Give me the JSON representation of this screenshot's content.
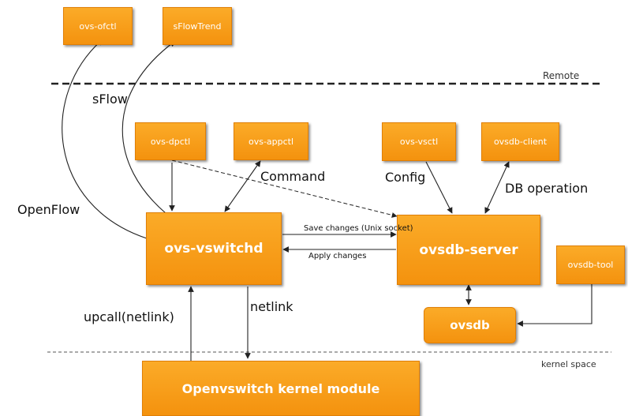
{
  "zones": {
    "remote": "Remote",
    "kernel_space": "kernel space"
  },
  "boxes": {
    "ovs_ofctl": "ovs-ofctl",
    "sflowtrend": "sFlowTrend",
    "ovs_dpctl": "ovs-dpctl",
    "ovs_appctl": "ovs-appctl",
    "ovs_vsctl": "ovs-vsctl",
    "ovsdb_client": "ovsdb-client",
    "ovs_vswitchd": "ovs-vswitchd",
    "ovsdb_server": "ovsdb-server",
    "ovsdb_tool": "ovsdb-tool",
    "ovsdb": "ovsdb",
    "kernel_module": "Openvswitch kernel module"
  },
  "edge_labels": {
    "sflow": "sFlow",
    "openflow": "OpenFlow",
    "command": "Command",
    "config": "Config",
    "db_operation": "DB operation",
    "save_changes": "Save changes (Unix socket)",
    "apply_changes": "Apply changes",
    "upcall": "upcall(netlink)",
    "netlink": "netlink"
  },
  "colors": {
    "box_fill": "#f4920e",
    "box_border": "#e07f06",
    "line": "#222222"
  }
}
